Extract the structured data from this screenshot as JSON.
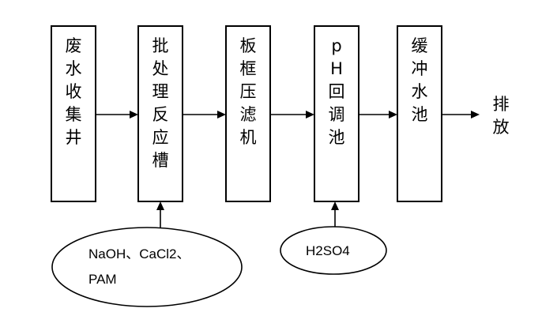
{
  "process_steps": [
    {
      "label": "废水收集井"
    },
    {
      "label": "批处理反应槽"
    },
    {
      "label": "板框压滤机"
    },
    {
      "label": "pH回调池"
    },
    {
      "label": "缓冲水池"
    }
  ],
  "discharge": {
    "label": "排放"
  },
  "reagents": {
    "reaction_tank": {
      "line1": "NaOH、CaCl2、",
      "line2": "PAM"
    },
    "ph_adjust": {
      "label": "H2SO4"
    }
  }
}
